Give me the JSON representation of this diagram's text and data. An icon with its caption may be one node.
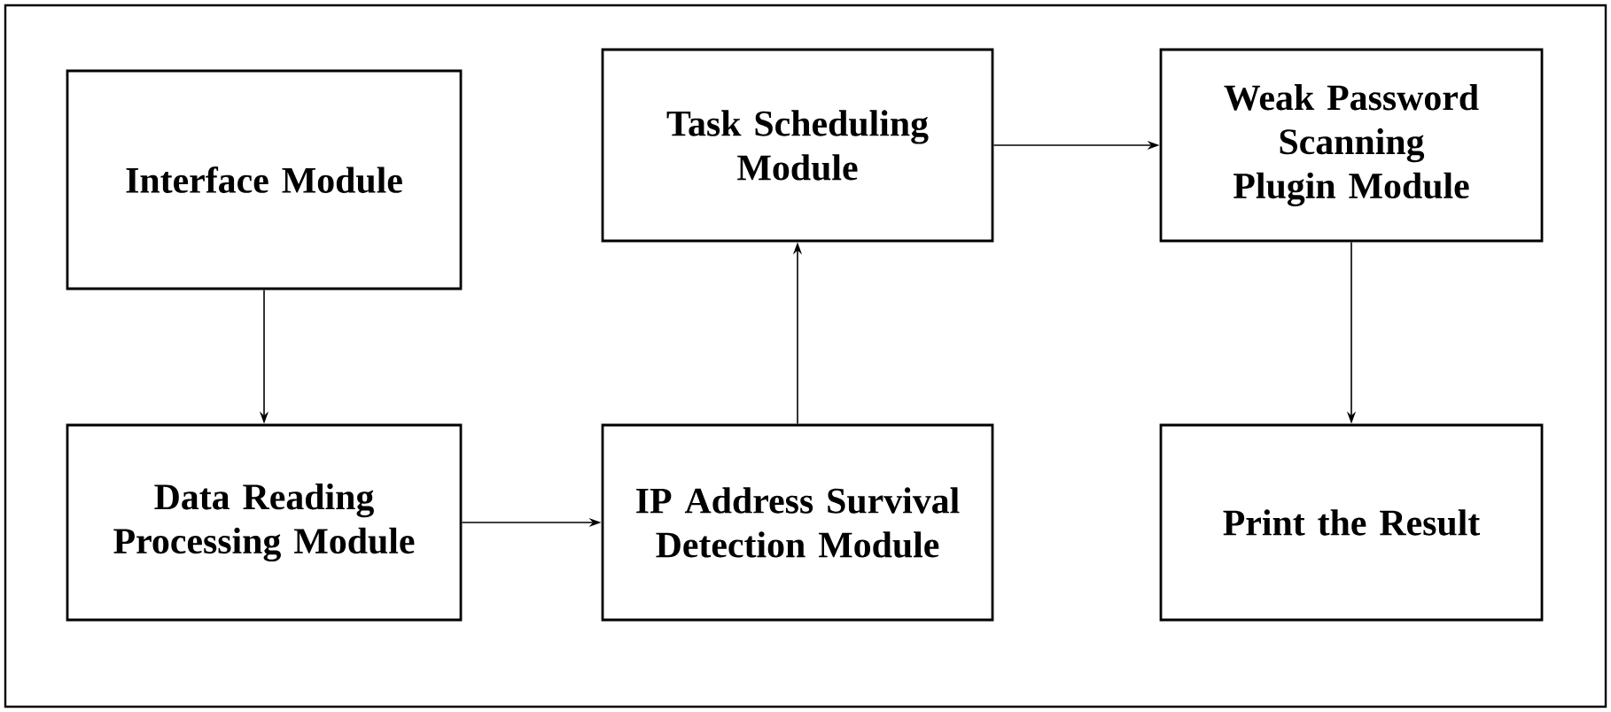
{
  "diagram": {
    "nodes": [
      {
        "text": [
          "Interface Module"
        ]
      },
      {
        "text": [
          "Task Scheduling Module"
        ]
      },
      {
        "text": [
          "Weak Password Scanning Plugin Module"
        ]
      },
      {
        "text": [
          "Data Reading Processing Module"
        ]
      },
      {
        "text": [
          "IP Address Survival Detection Module"
        ]
      },
      {
        "text": [
          "Print the Result"
        ]
      }
    ],
    "edges": [
      {
        "from": 0,
        "to": 3,
        "arrow": "to"
      },
      {
        "from": 3,
        "to": 4,
        "arrow": "to"
      },
      {
        "from": 4,
        "to": 1,
        "arrow": "to"
      },
      {
        "from": 1,
        "to": 2,
        "arrow": "to"
      },
      {
        "from": 2,
        "to": 5,
        "arrow": "to"
      }
    ]
  }
}
